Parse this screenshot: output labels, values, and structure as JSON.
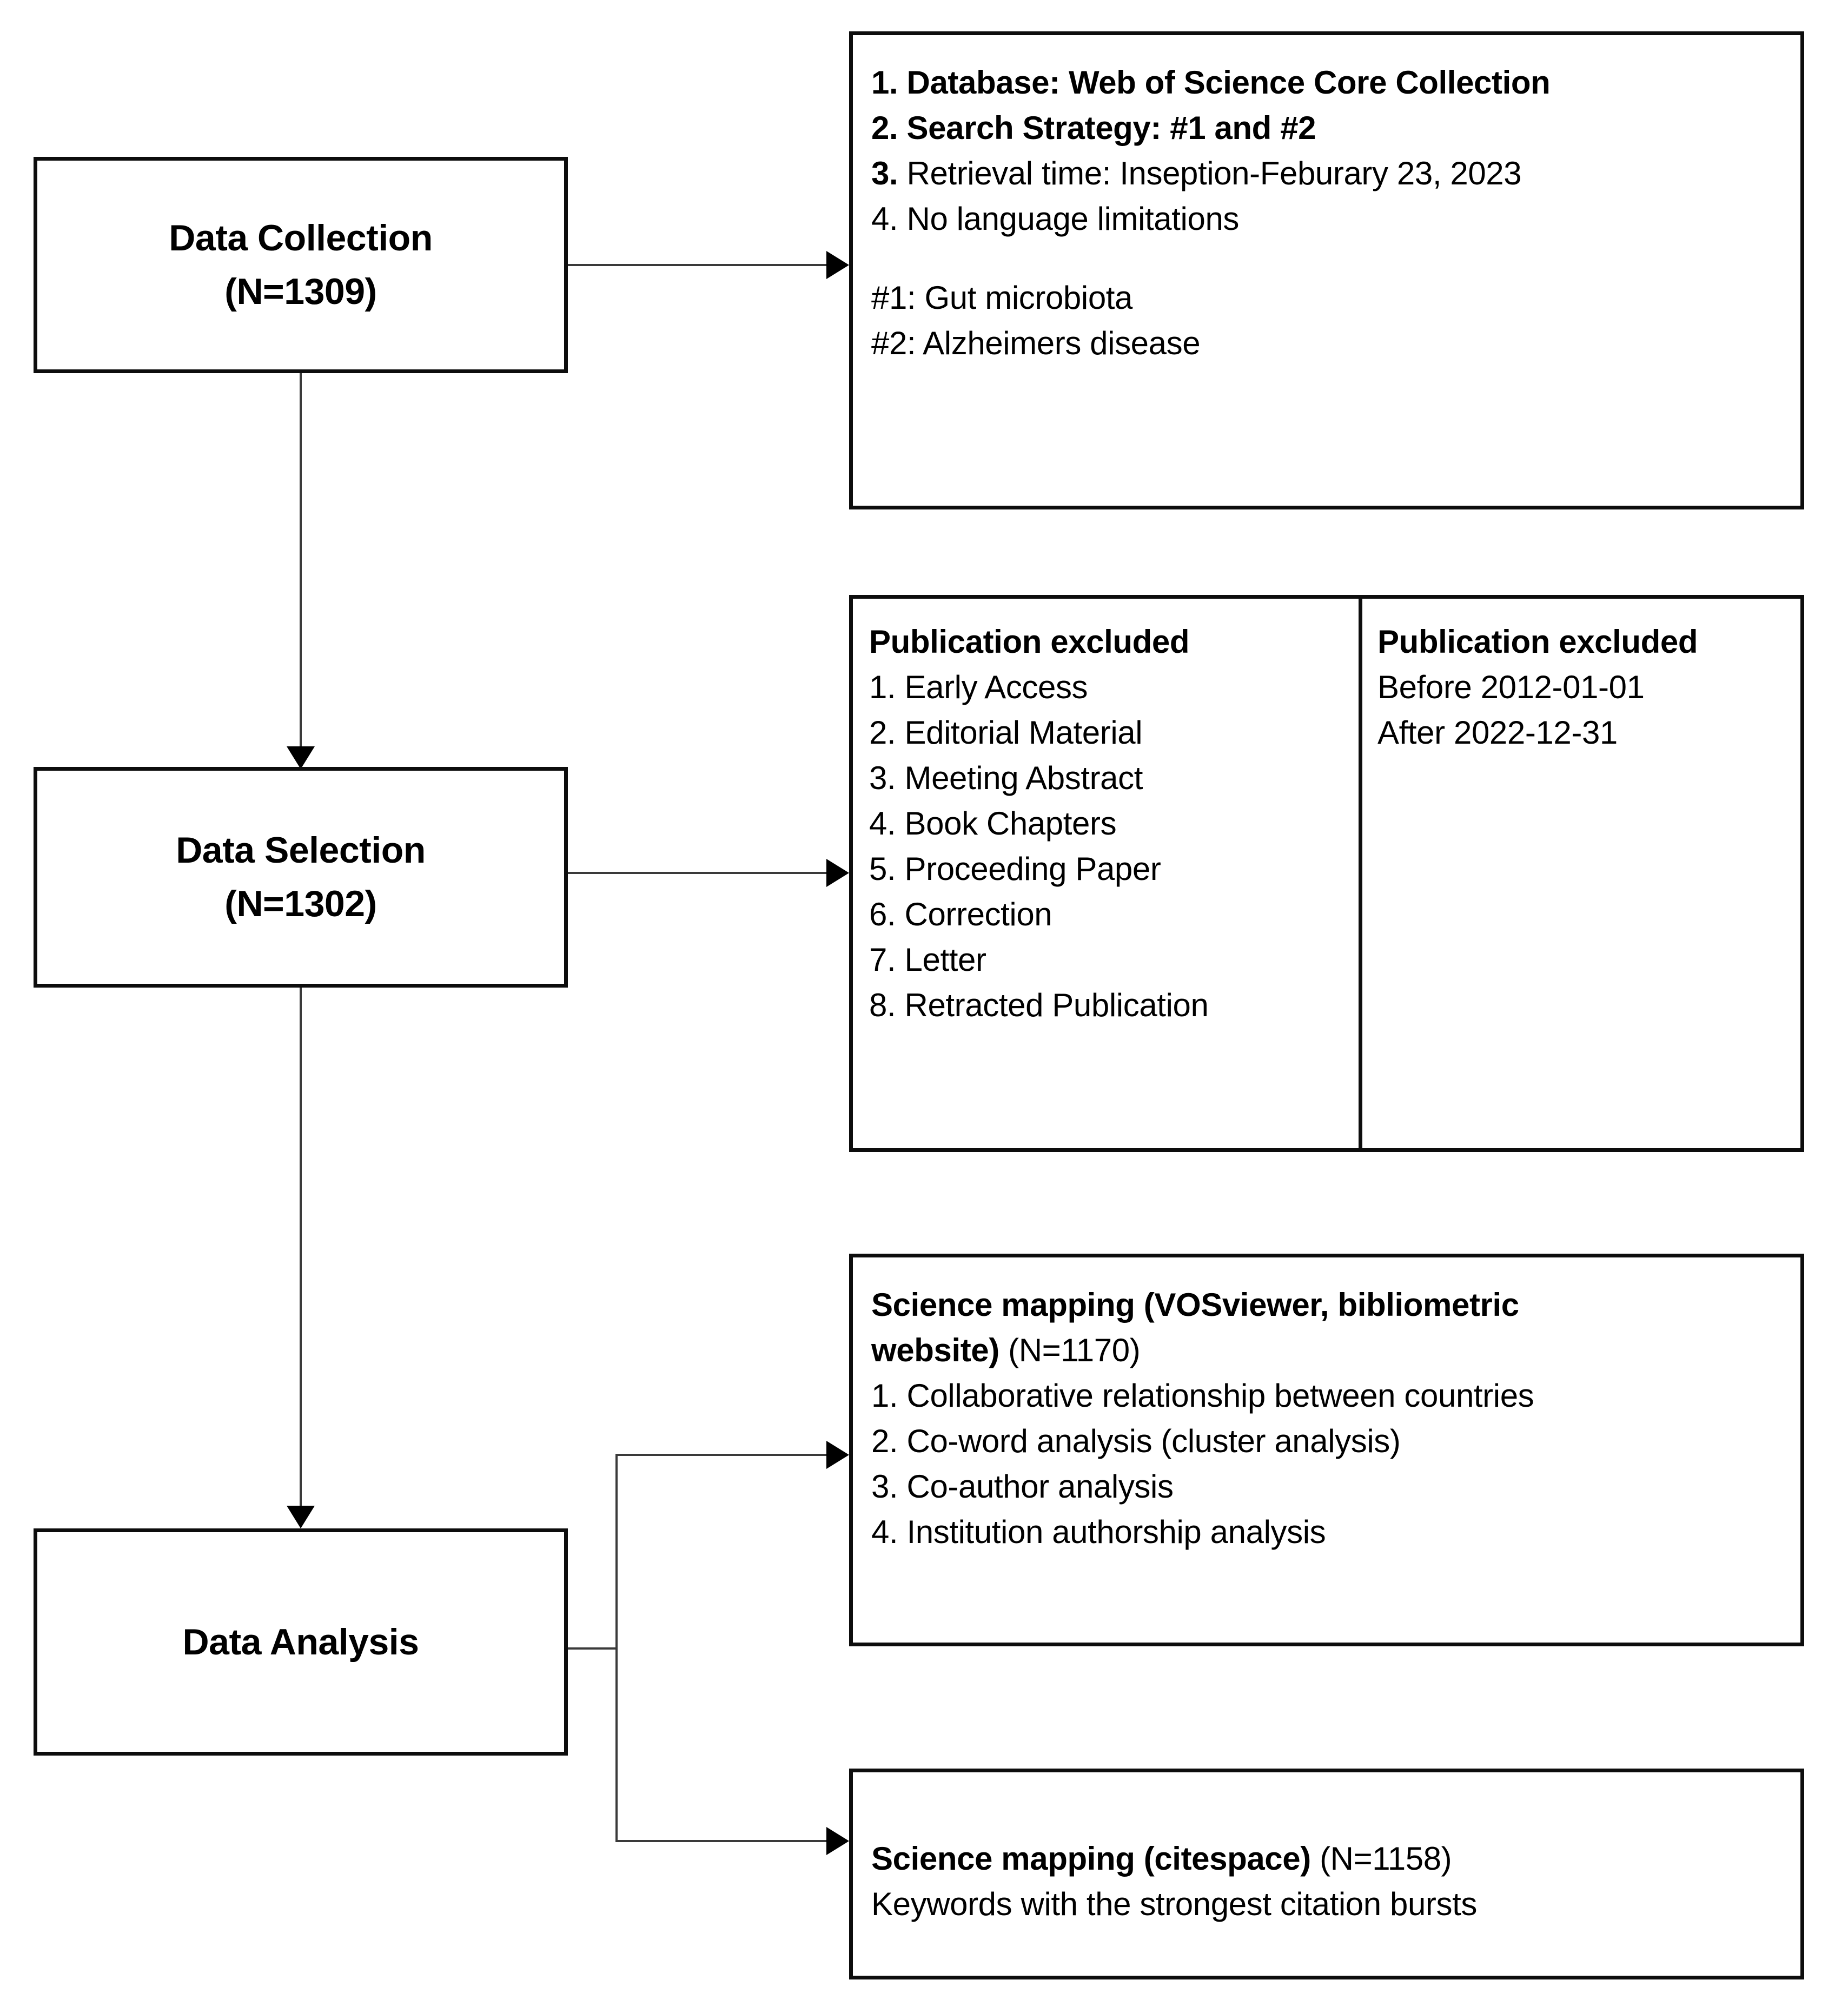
{
  "diagram": {
    "title": "Bibliometric study workflow flowchart",
    "stages": [
      {
        "id": "data-collection",
        "line1": "Data Collection",
        "line2": "(N=1309)"
      },
      {
        "id": "data-selection",
        "line1": "Data Selection",
        "line2": "(N=1302)"
      },
      {
        "id": "data-analysis",
        "line1": "Data Analysis",
        "line2": ""
      }
    ],
    "data_collection_details": {
      "lines": [
        {
          "text": "1. Database: Web of Science Core Collection",
          "bold": true
        },
        {
          "text": "2. Search Strategy: #1 and #2",
          "bold": true
        },
        {
          "text_prefix": "3.",
          "text": " Retrieval time: Inseption-Feburary 23, 2023",
          "bold": false,
          "prefix_bold": true
        },
        {
          "text": "4. No language limitations",
          "bold": false
        },
        {
          "text": "",
          "bold": false
        },
        {
          "text": "#1: Gut microbiota",
          "bold": false
        },
        {
          "text": "#2: Alzheimers disease",
          "bold": false
        }
      ]
    },
    "exclusion_left": {
      "heading": "Publication excluded",
      "items": [
        "1. Early Access",
        "2. Editorial Material",
        "3. Meeting Abstract",
        "4. Book Chapters",
        "5. Proceeding Paper",
        "6. Correction",
        "7. Letter",
        "8. Retracted Publication"
      ]
    },
    "exclusion_right": {
      "heading": "Publication excluded",
      "items": [
        "Before 2012-01-01",
        "After 2022-12-31"
      ]
    },
    "analysis_vosviewer": {
      "heading_bold_part1": "Science mapping (VOSviewer, bibliometric",
      "heading_bold_part2": "website)",
      "heading_count": " (N=1170)",
      "items": [
        "1. Collaborative relationship between countries",
        "2. Co-word analysis (cluster analysis)",
        "3. Co-author analysis",
        "4. Institution authorship analysis"
      ]
    },
    "analysis_citespace": {
      "heading_bold": "Science mapping (citespace)",
      "heading_count": " (N=1158)",
      "subtitle": "Keywords with the strongest citation bursts"
    },
    "colors": {
      "border": "#0d0d0d",
      "connector": "#3a3a3a",
      "background": "#ffffff",
      "text": "#000000"
    }
  }
}
